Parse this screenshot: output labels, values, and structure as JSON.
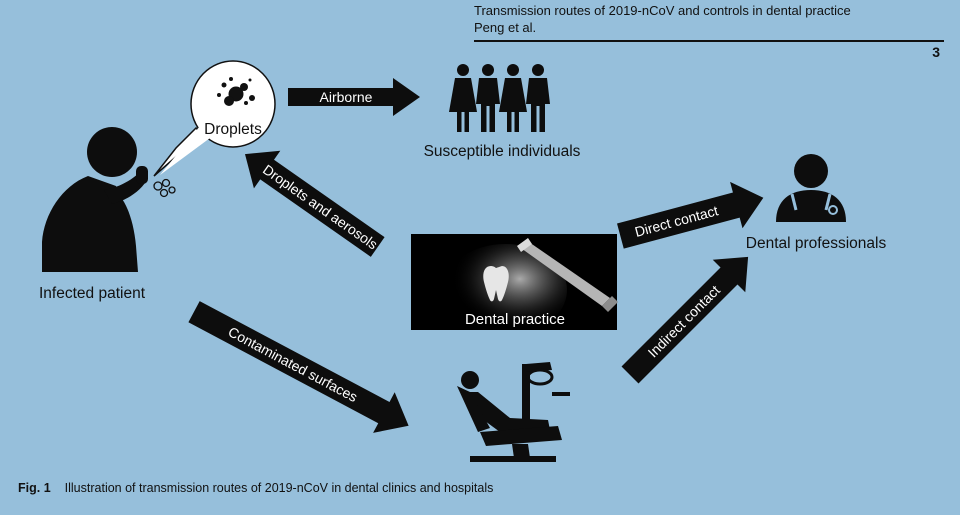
{
  "header": {
    "running_title": "Transmission routes of 2019-nCoV and controls in dental practice",
    "authors": "Peng et al.",
    "page_number": "3"
  },
  "diagram": {
    "nodes": {
      "droplets": "Droplets",
      "susceptible": "Susceptible individuals",
      "infected": "Infected patient",
      "dental_practice": "Dental practice",
      "professionals": "Dental professionals"
    },
    "edges": {
      "airborne": "Airborne",
      "droplets_aerosols": "Droplets and aerosols",
      "direct_contact": "Direct contact",
      "indirect_contact": "Indirect contact",
      "contaminated_surfaces": "Contaminated surfaces"
    }
  },
  "caption": {
    "label": "Fig. 1",
    "text": "Illustration of transmission routes of 2019-nCoV in dental clinics and hospitals"
  },
  "colors": {
    "background": "#96bfdb",
    "arrow_fill": "#0d0d0d",
    "icon_fill": "#0d0d0d"
  }
}
